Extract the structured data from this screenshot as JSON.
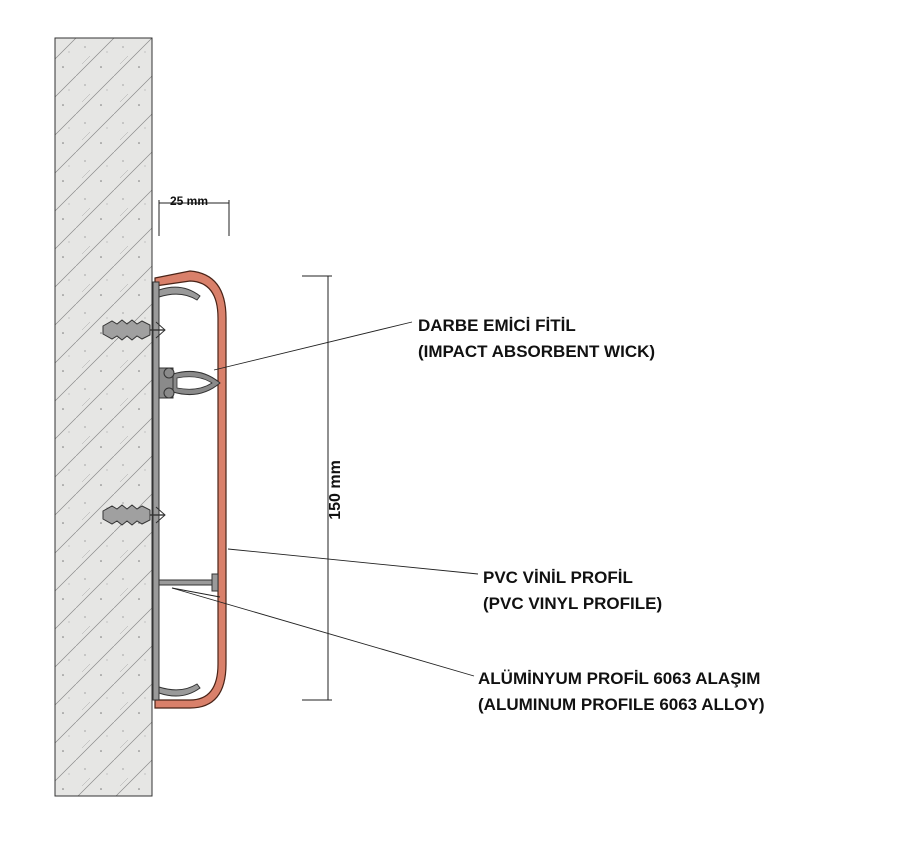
{
  "dimensions": {
    "depth": "25 mm",
    "height": "150 mm"
  },
  "callouts": {
    "wick": {
      "line1": "DARBE EMİCİ FİTİL",
      "line2": "(IMPACT ABSORBENT WICK)"
    },
    "pvc": {
      "line1": "PVC VİNİL PROFİL",
      "line2": "(PVC VINYL PROFILE)"
    },
    "aluminum": {
      "line1": "ALÜMİNYUM PROFİL 6063 ALAŞIM",
      "line2": "(ALUMINUM PROFILE 6063 ALLOY)"
    }
  },
  "colors": {
    "wall_fill": "#e6e6e4",
    "pvc_fill": "#d9806a",
    "aluminum_fill": "#9a9a9a",
    "wick_fill": "#8a8a8a",
    "anchor_fill": "#a0a0a0",
    "line": "#222222"
  }
}
